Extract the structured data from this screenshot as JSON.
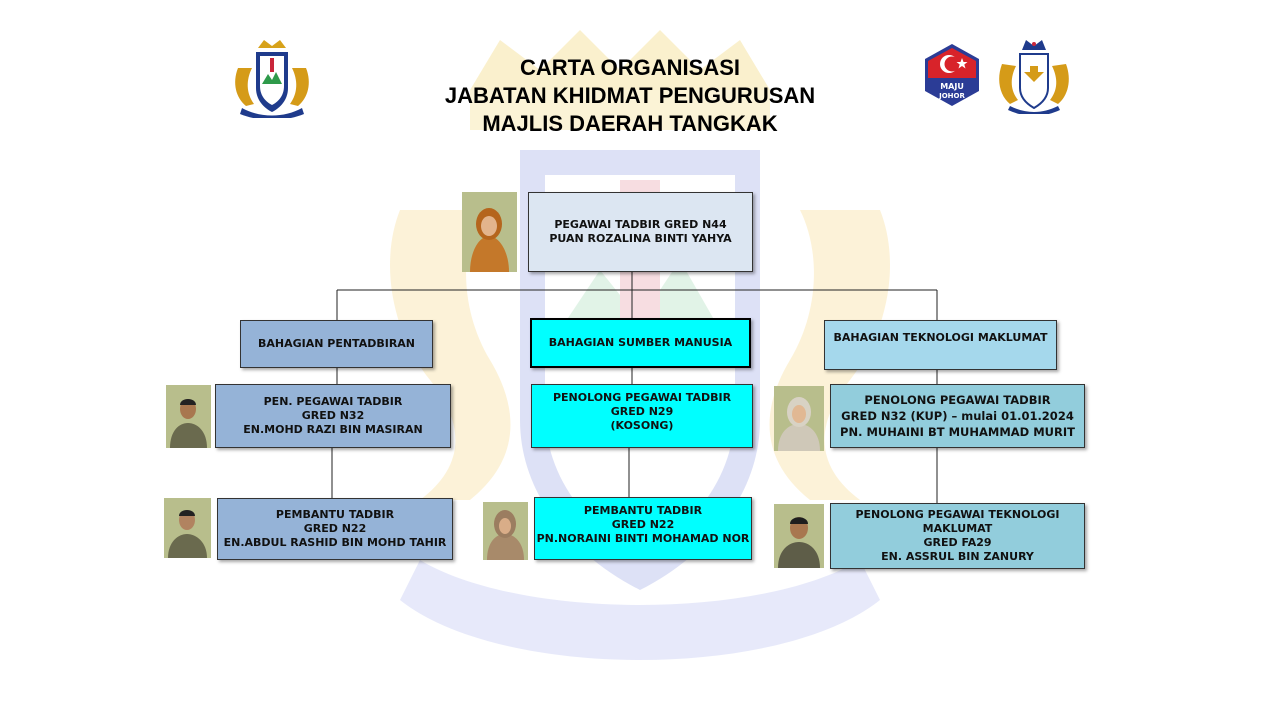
{
  "header": {
    "title_line1": "CARTA ORGANISASI",
    "title_line2": "JABATAN KHIDMAT PENGURUSAN",
    "title_line3": "MAJLIS  DAERAH TANGKAK",
    "badge_line1": "MAJU",
    "badge_line2": "JOHOR"
  },
  "chart": {
    "head": {
      "line1": "PEGAWAI TADBIR GRED N44",
      "line2": "PUAN ROZALINA BINTI YAHYA"
    },
    "divisions": {
      "pentadbiran": {
        "label": "BAHAGIAN PENTADBIRAN"
      },
      "sumber_manusia": {
        "label": "BAHAGIAN SUMBER MANUSIA"
      },
      "teknologi": {
        "label": "BAHAGIAN TEKNOLOGI MAKLUMAT"
      }
    },
    "pentadbiran": {
      "officer": {
        "line1": "PEN. PEGAWAI TADBIR",
        "line2": "GRED N32",
        "line3": "EN.MOHD RAZI BIN MASIRAN"
      },
      "assistant": {
        "line1": "PEMBANTU TADBIR",
        "line2": "GRED N22",
        "line3": "EN.ABDUL  RASHID BIN MOHD TAHIR"
      }
    },
    "sumber_manusia": {
      "officer": {
        "line1": "PENOLONG PEGAWAI TADBIR",
        "line2": "GRED N29",
        "line3": "(KOSONG)"
      },
      "assistant": {
        "line1": "PEMBANTU TADBIR",
        "line2": "GRED N22",
        "line3": "PN.NORAINI BINTI MOHAMAD NOR"
      }
    },
    "teknologi": {
      "officer": {
        "line1": "PENOLONG PEGAWAI TADBIR",
        "line2": "GRED N32 (KUP) – mulai 01.01.2024",
        "line3": "PN. MUHAINI BT MUHAMMAD MURIT"
      },
      "assistant": {
        "line1": "PENOLONG PEGAWAI TEKNOLOGI",
        "line2": "MAKLUMAT",
        "line3": "GRED FA29",
        "line4": "EN. ASSRUL BIN ZANURY"
      }
    }
  },
  "colors": {
    "head_fill": "#dce6f2",
    "pentadbiran_fill": "#95b3d7",
    "sumber_manusia_fill": "#00ffff",
    "teknologi_division_fill": "#a5d8ec",
    "teknologi_fill": "#92cddc",
    "watermark_blue": "#6e7fd0",
    "watermark_gold": "#e8b200",
    "photo_background": "#b8be8c"
  },
  "icons": {
    "left_logo": "district-crest-icon",
    "right_badge": "maju-johor-badge-icon",
    "right_crest": "johor-crest-icon"
  }
}
